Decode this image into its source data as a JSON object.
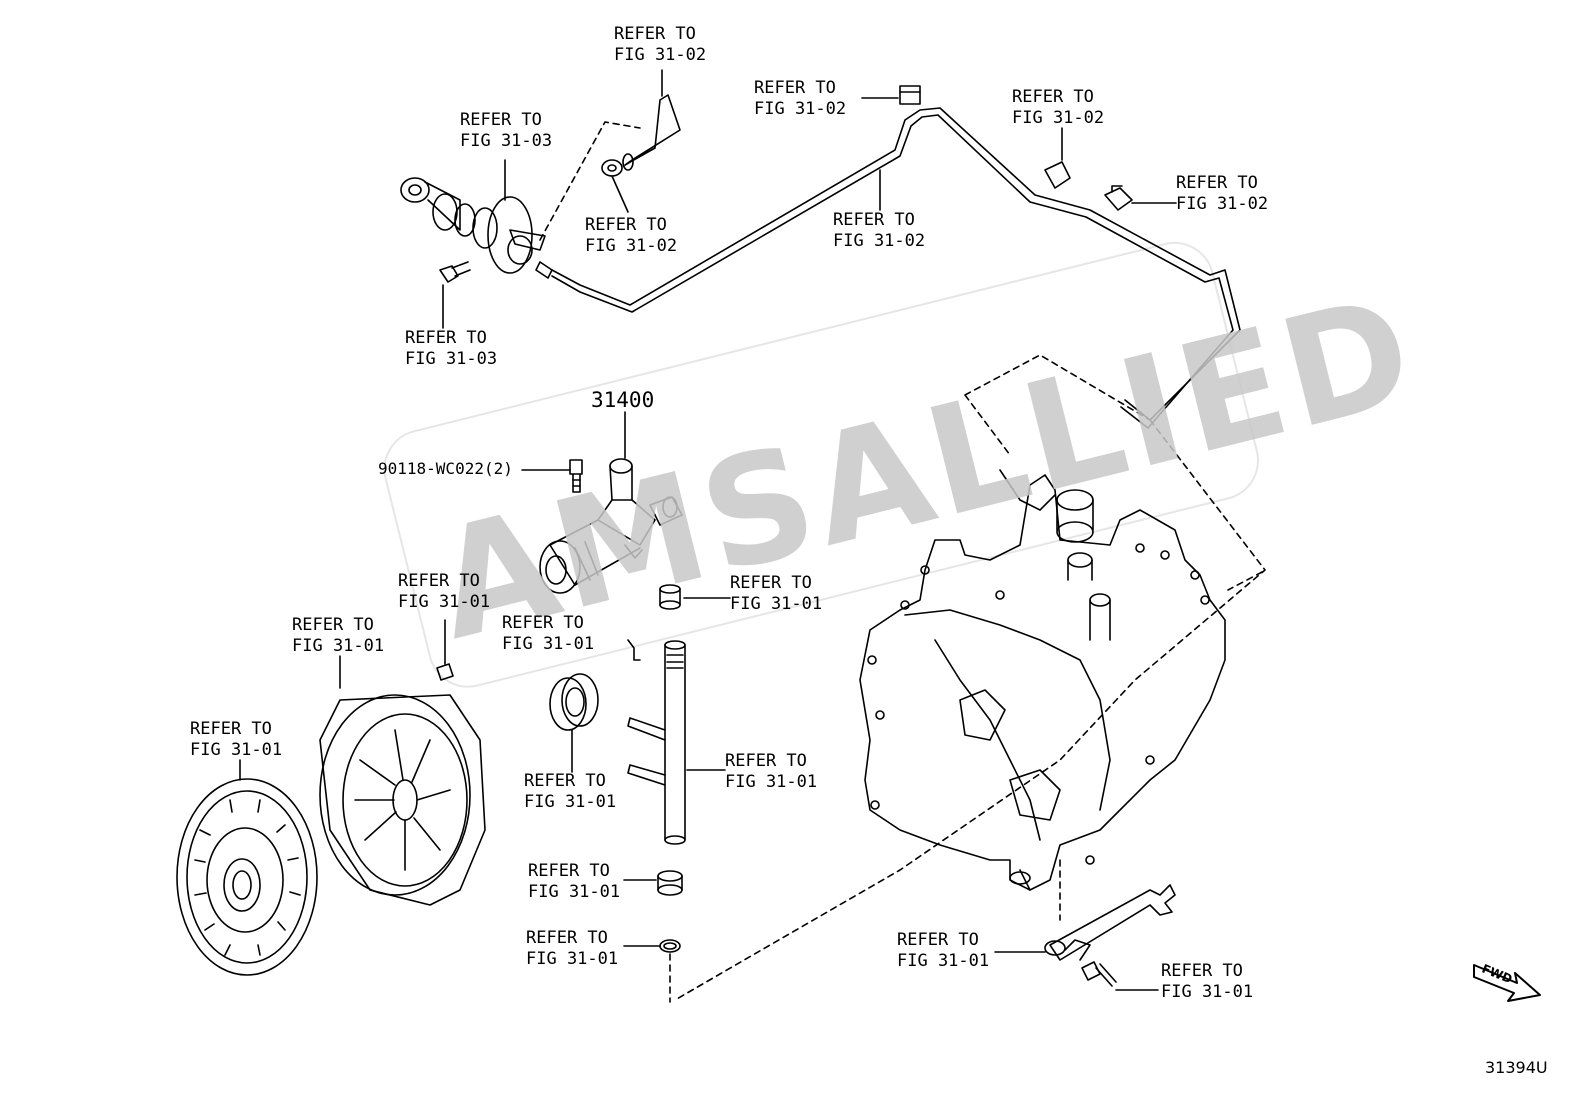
{
  "watermark": "AMSALLIED",
  "figure_number": "31394U",
  "fwd_label": "FWD",
  "part_numbers": {
    "clutch_release_cylinder": "31400",
    "bolt": "90118-WC022(2)"
  },
  "callouts": [
    {
      "line1": "REFER TO",
      "line2": "FIG 31-02"
    },
    {
      "line1": "REFER TO",
      "line2": "FIG 31-03"
    },
    {
      "line1": "REFER TO",
      "line2": "FIG 31-02"
    },
    {
      "line1": "REFER TO",
      "line2": "FIG 31-02"
    },
    {
      "line1": "REFER TO",
      "line2": "FIG 31-02"
    },
    {
      "line1": "REFER TO",
      "line2": "FIG 31-02"
    },
    {
      "line1": "REFER TO",
      "line2": "FIG 31-02"
    },
    {
      "line1": "REFER TO",
      "line2": "FIG 31-03"
    },
    {
      "line1": "REFER TO",
      "line2": "FIG 31-01"
    },
    {
      "line1": "REFER TO",
      "line2": "FIG 31-01"
    },
    {
      "line1": "REFER TO",
      "line2": "FIG 31-01"
    },
    {
      "line1": "REFER TO",
      "line2": "FIG 31-01"
    },
    {
      "line1": "REFER TO",
      "line2": "FIG 31-01"
    },
    {
      "line1": "REFER TO",
      "line2": "FIG 31-01"
    },
    {
      "line1": "REFER TO",
      "line2": "FIG 31-01"
    },
    {
      "line1": "REFER TO",
      "line2": "FIG 31-01"
    },
    {
      "line1": "REFER TO",
      "line2": "FIG 31-01"
    },
    {
      "line1": "REFER TO",
      "line2": "FIG 31-01"
    },
    {
      "line1": "REFER TO",
      "line2": "FIG 31-01"
    }
  ]
}
